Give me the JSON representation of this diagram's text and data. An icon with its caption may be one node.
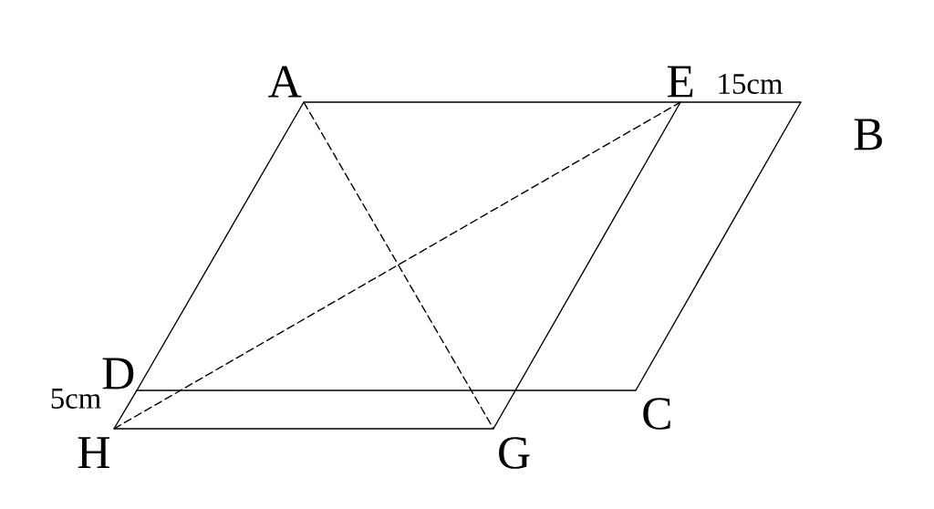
{
  "diagram": {
    "nodes": [
      {
        "text": [
          "A"
        ]
      },
      {
        "text": [
          "E"
        ]
      },
      {
        "text": [
          "B"
        ]
      },
      {
        "text": [
          "C"
        ]
      },
      {
        "text": [
          "D"
        ]
      },
      {
        "text": [
          "H"
        ]
      },
      {
        "text": [
          "G"
        ]
      }
    ],
    "edges": [
      {
        "from": 0,
        "to": 1,
        "arrow": "none"
      },
      {
        "from": 1,
        "to": 2,
        "arrow": "none",
        "label": "15cm"
      },
      {
        "from": 2,
        "to": 3,
        "arrow": "none"
      },
      {
        "from": 3,
        "to": 4,
        "arrow": "none"
      },
      {
        "from": 4,
        "to": 0,
        "arrow": "none"
      },
      {
        "from": 4,
        "to": 5,
        "arrow": "none",
        "label": "5cm"
      },
      {
        "from": 5,
        "to": 6,
        "arrow": "none"
      },
      {
        "from": 6,
        "to": 1,
        "arrow": "none"
      },
      {
        "from": 0,
        "to": 6,
        "arrow": "none",
        "style": "dashed"
      },
      {
        "from": 5,
        "to": 1,
        "arrow": "none",
        "style": "dashed"
      }
    ]
  }
}
